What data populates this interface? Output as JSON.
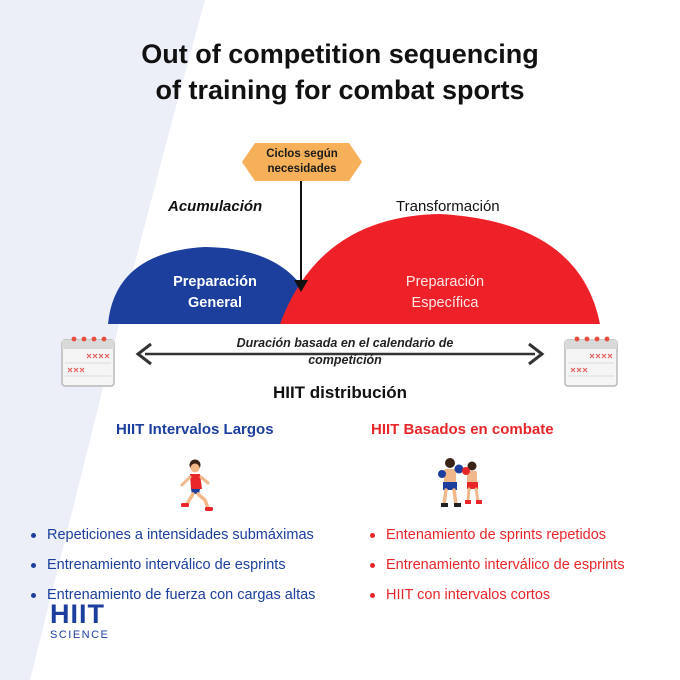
{
  "title": {
    "line1": "Out of competition sequencing",
    "line2": "of training for combat sports"
  },
  "hexagon": {
    "line1": "Ciclos según",
    "line2": "necesidades",
    "color": "#f6b05a"
  },
  "phases": {
    "accumulation": "Acumulación",
    "transformation": "Transformación"
  },
  "domes": {
    "general": {
      "line1": "Preparación",
      "line2": "General",
      "color": "#1c3f9e"
    },
    "specific": {
      "line1": "Preparación",
      "line2": "Específica",
      "color": "#ee2028"
    }
  },
  "duration": {
    "line1": "Duración basada en el calendario de",
    "line2": "competición"
  },
  "hiit_title": "HIIT distribución",
  "left_column": {
    "title": "HIIT Intervalos Largos",
    "items": [
      "Repeticiones a intensidades submáximas",
      "Entrenamiento interválico de esprints",
      "Entrenamiento de fuerza con cargas altas"
    ],
    "icon": "runner-icon"
  },
  "right_column": {
    "title": "HIIT Basados en  combate",
    "items": [
      "Entenamiento de sprints repetidos",
      "Entrenamiento interválico de esprints",
      "HIIT con intervalos cortos"
    ],
    "icon": "boxers-icon"
  },
  "logo": {
    "main": "HIIT",
    "sub": "SCIENCE"
  },
  "colors": {
    "blue": "#1c3f9e",
    "red": "#ee2028",
    "orange": "#f6b05a",
    "background_tint": "#eef0f8"
  }
}
